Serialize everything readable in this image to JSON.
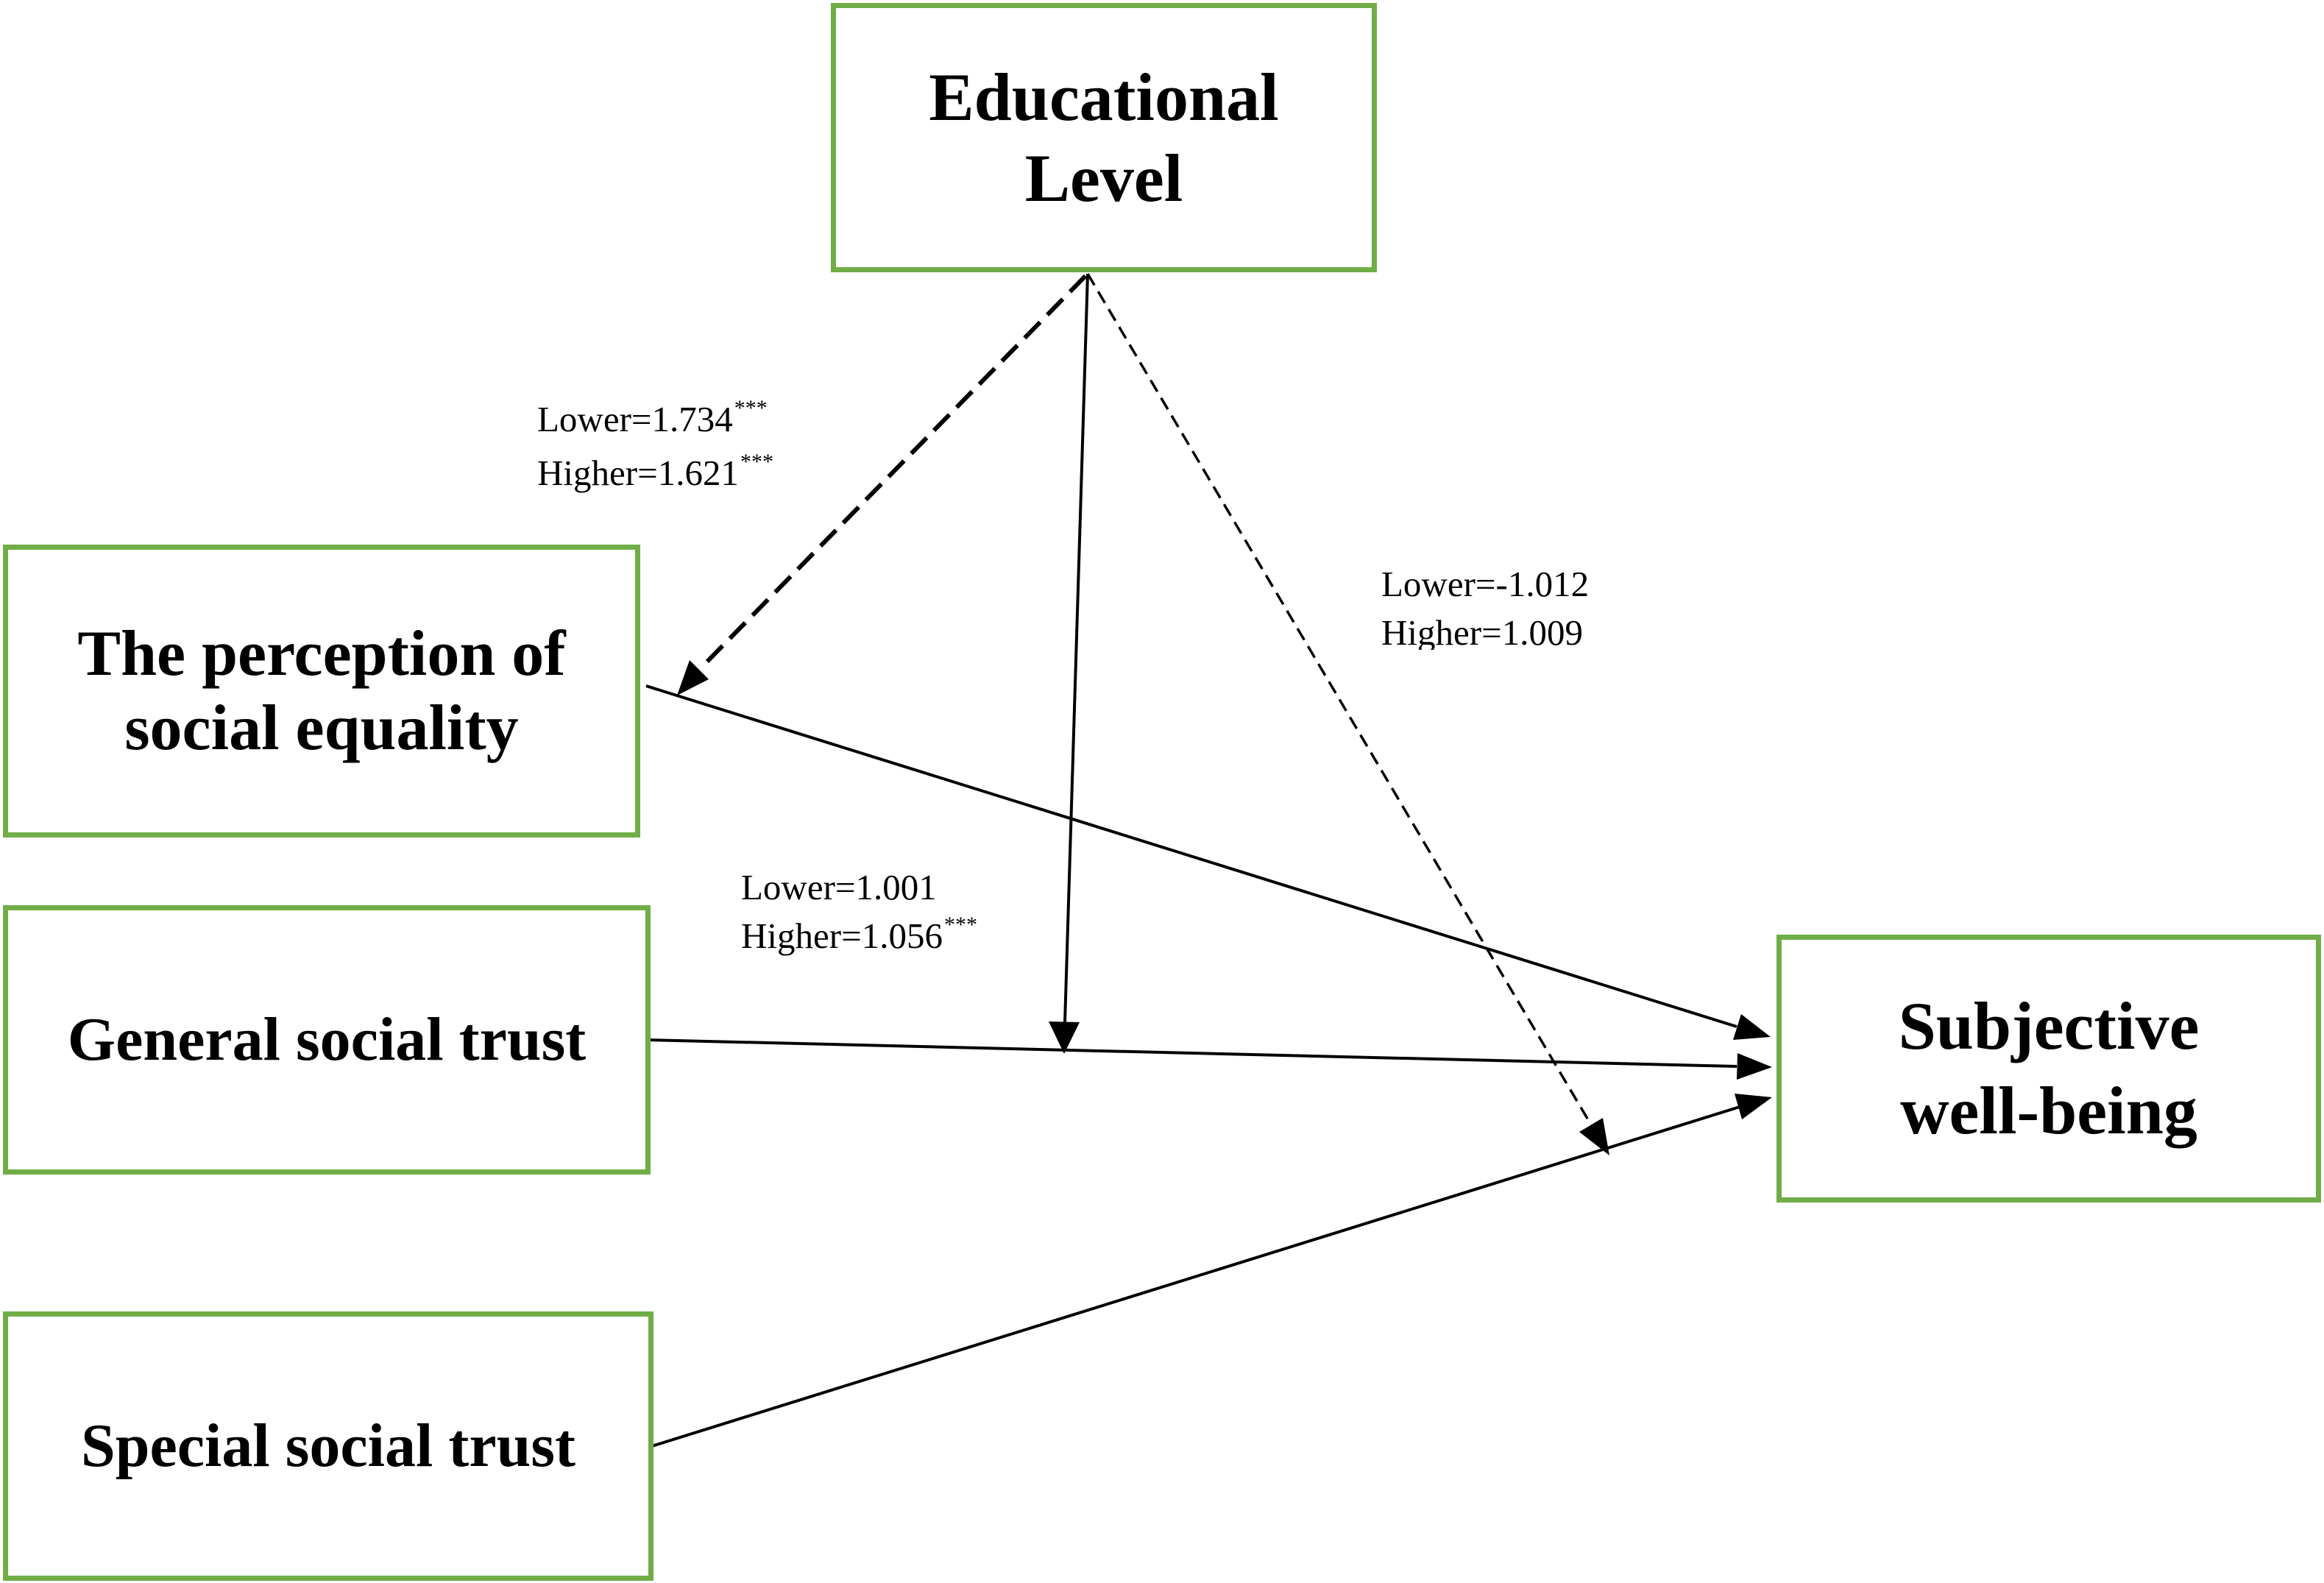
{
  "nodes": {
    "educational_level": "Educational\nLevel",
    "social_equality": "The perception of\nsocial equality",
    "general_trust": "General social trust",
    "special_trust": "Special social trust",
    "subjective_wellbeing": "Subjective\nwell-being"
  },
  "coefficients": {
    "equality": {
      "lower": "Lower=1.734",
      "lower_sig": "***",
      "higher": "Higher=1.621",
      "higher_sig": "***"
    },
    "general_trust": {
      "lower": "Lower=1.001",
      "higher": "Higher=1.056",
      "higher_sig": "***"
    },
    "subjective_wellbeing": {
      "lower": "Lower=-1.012",
      "higher": "Higher=1.009"
    }
  },
  "colors": {
    "box_border": "#70ad47",
    "arrow": "#000000",
    "background": "#ffffff"
  }
}
